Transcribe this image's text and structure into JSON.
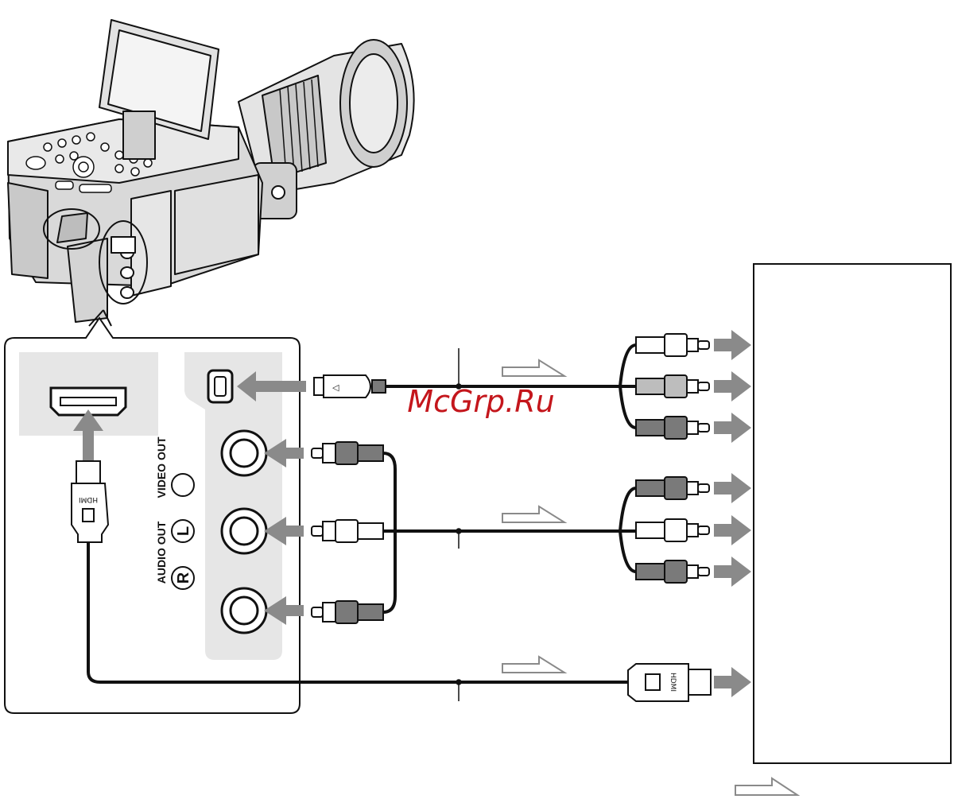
{
  "watermark": "McGrp.Ru",
  "panel_labels": {
    "video_out": "VIDEO OUT",
    "audio_out": "AUDIO OUT",
    "left_channel": "L",
    "right_channel": "R"
  },
  "plug_marks": {
    "hdmi": "HDMI",
    "av_arrow": "◁"
  },
  "colors": {
    "line": "#111111",
    "arrow_fill": "#8a8a8a",
    "panel_fill": "#e6e6e6",
    "camera_fill": "#d9d9d9",
    "plug_white": "#ffffff",
    "plug_gray": "#bdbdbd",
    "plug_dark": "#7a7a7a",
    "watermark": "#c4161c"
  },
  "icons": [
    "camcorder-illustration",
    "hdmi-port-icon",
    "av-port-icon",
    "rca-jack-icon",
    "signal-flow-arrow-icon",
    "connection-arrow-icon"
  ]
}
